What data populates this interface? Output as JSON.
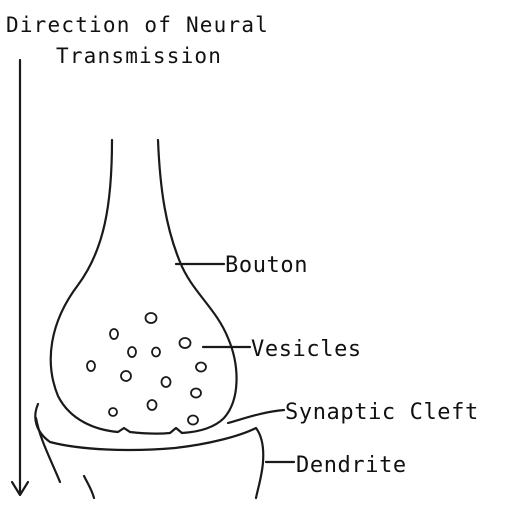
{
  "direction": {
    "line1": "Direction of Neural",
    "line2": "Transmission"
  },
  "labels": {
    "bouton": "Bouton",
    "vesicles": "Vesicles",
    "synaptic_cleft": "Synaptic Cleft",
    "dendrite": "Dendrite"
  }
}
